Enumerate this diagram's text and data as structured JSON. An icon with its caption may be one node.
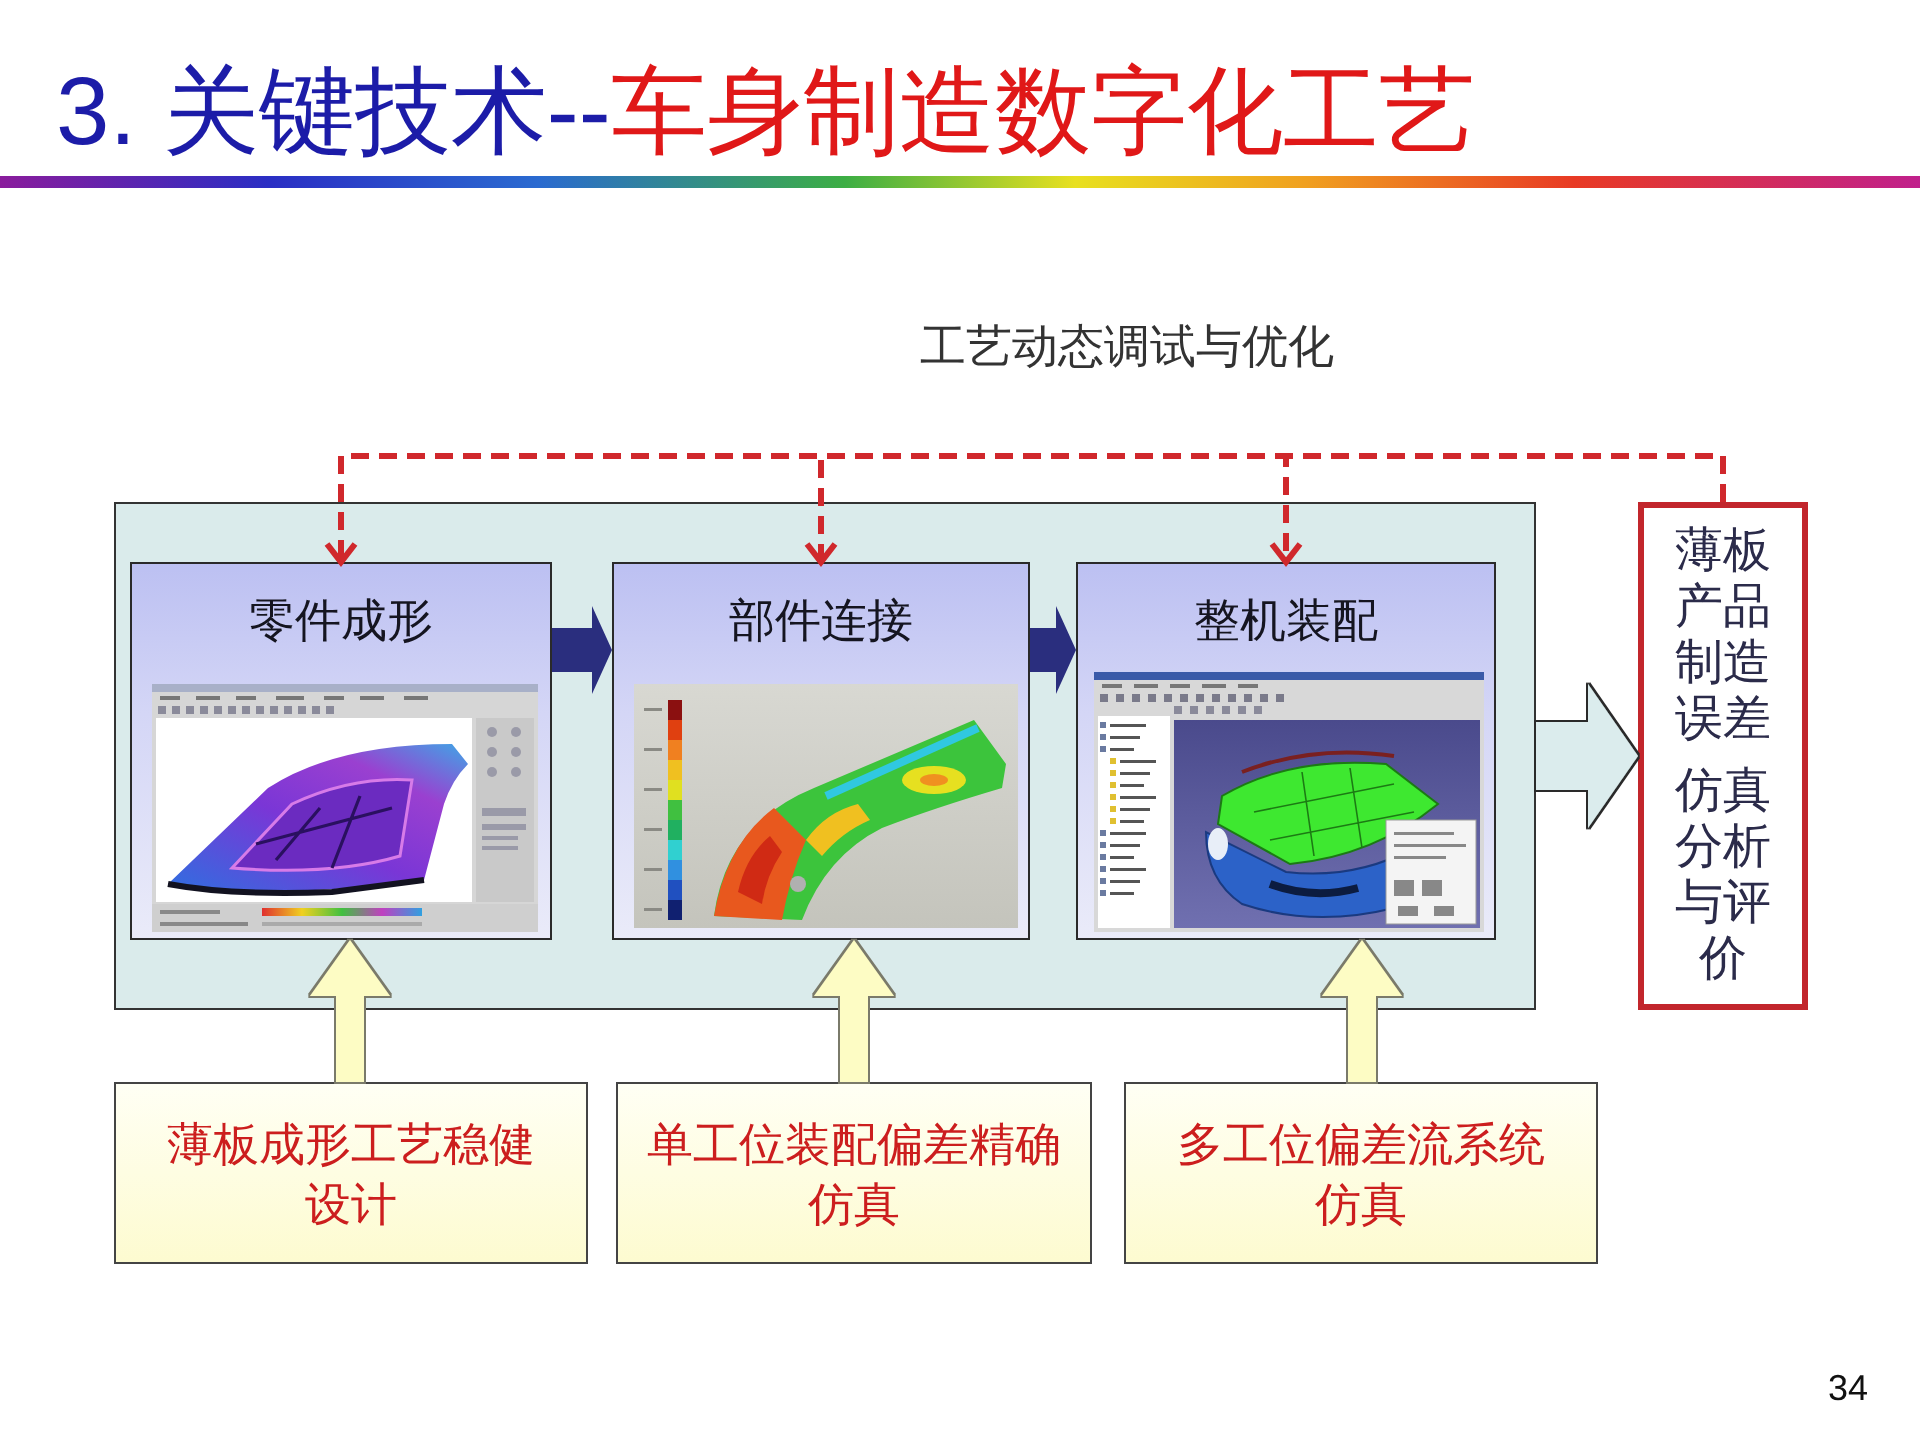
{
  "diagram": {
    "title": "3. 关键技术--车身制造数字化工艺",
    "nodes": [
      {
        "text": [],
        "shape": "box"
      },
      {
        "text": [
          "零件成形"
        ],
        "in": 0
      },
      {
        "text": [
          "部件连接"
        ],
        "in": 0
      },
      {
        "text": [
          "整机装配"
        ],
        "in": 0
      },
      {
        "text": [
          "薄板产品制造误差",
          "仿真分析与评价"
        ]
      },
      {
        "text": [
          "薄板成形工艺稳健设计"
        ]
      },
      {
        "text": [
          "单工位装配偏差精确仿真"
        ]
      },
      {
        "text": [
          "多工位偏差流系统仿真"
        ]
      }
    ],
    "edges": [
      {
        "from": 4,
        "to": 1,
        "arrow": "to",
        "style": "dashed",
        "color": "#d0282c"
      },
      {
        "from": 4,
        "to": 2,
        "arrow": "to",
        "style": "dashed",
        "color": "#d0282c"
      },
      {
        "from": 4,
        "to": 3,
        "arrow": "to",
        "style": "dashed",
        "color": "#d0282c"
      },
      {
        "from": 1,
        "to": 2,
        "arrow": "to",
        "color": "#2a2e7e"
      },
      {
        "from": 2,
        "to": 3,
        "arrow": "to",
        "color": "#2a2e7e"
      },
      {
        "from": 0,
        "to": 4,
        "arrow": "to",
        "style": "thick",
        "color": "#dbeced"
      },
      {
        "from": 5,
        "to": 1,
        "arrow": "to",
        "color": "#fdfcc4"
      },
      {
        "from": 6,
        "to": 2,
        "arrow": "to",
        "color": "#fdfcc4"
      },
      {
        "from": 7,
        "to": 3,
        "arrow": "to",
        "color": "#fdfcc4"
      }
    ],
    "labels": [
      "工艺动态调试与优化",
      "34"
    ]
  }
}
